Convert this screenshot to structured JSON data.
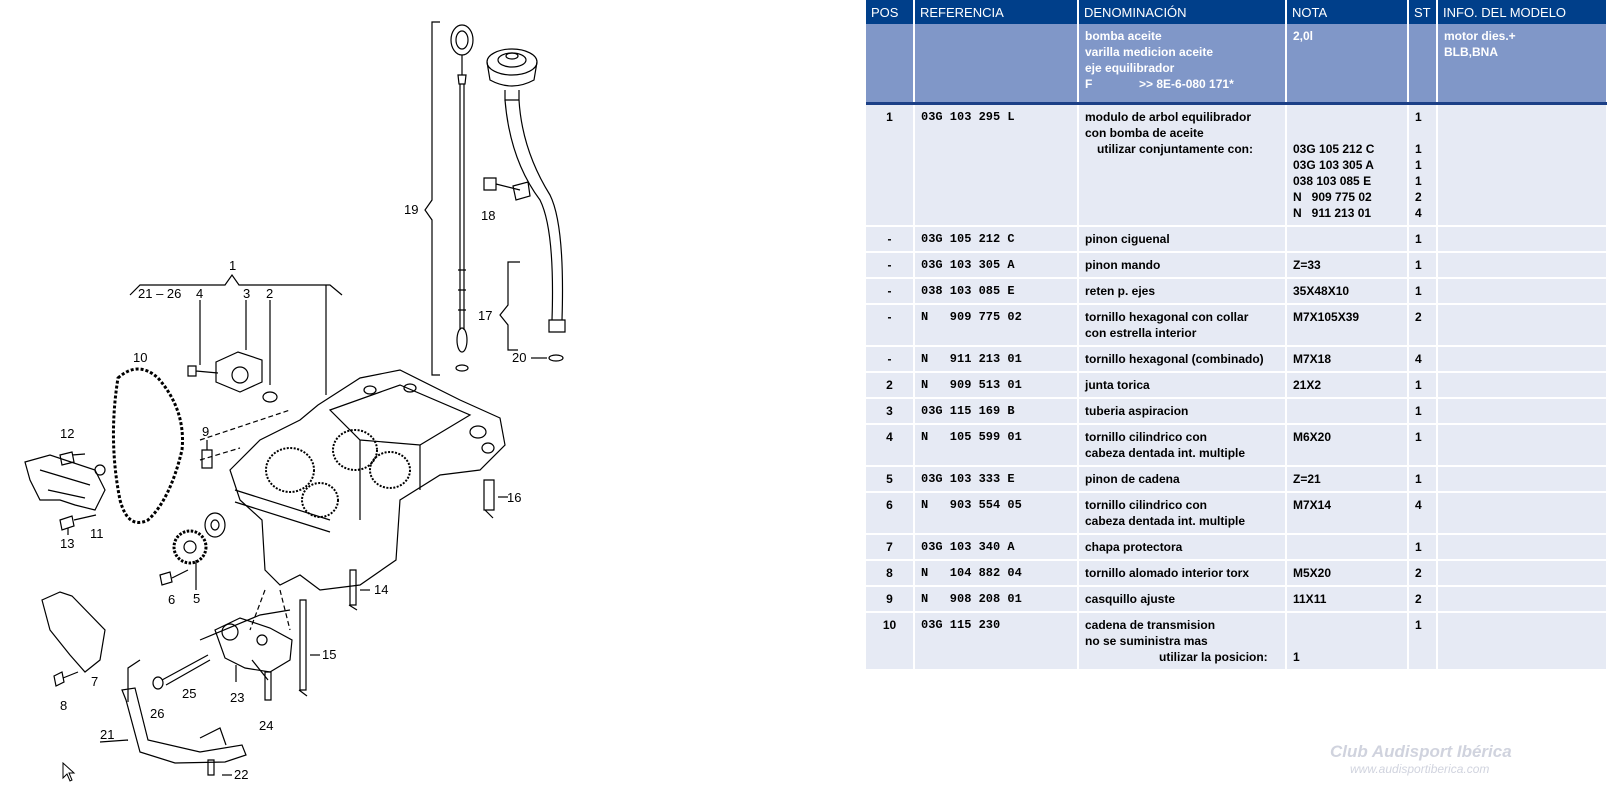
{
  "diagram": {
    "callouts": [
      "1",
      "21 – 26",
      "4",
      "3",
      "2",
      "10",
      "12",
      "9",
      "11",
      "13",
      "6",
      "5",
      "7",
      "8",
      "25",
      "26",
      "23",
      "24",
      "21",
      "22",
      "15",
      "14",
      "16",
      "17",
      "18",
      "19",
      "20"
    ]
  },
  "table": {
    "headers": {
      "pos": "POS",
      "referencia": "REFERENCIA",
      "denominacion": "DENOMINACIÓN",
      "nota": "NOTA",
      "st": "ST",
      "info": "INFO. DEL MODELO"
    },
    "header_info": {
      "denominacion": [
        "bomba aceite",
        "varilla medicion aceite",
        "eje equilibrador",
        "F              >> 8E-6-080 171*"
      ],
      "nota": "2,0l",
      "info": [
        "motor dies.+",
        "BLB,BNA"
      ]
    },
    "rows": [
      {
        "pos": "1",
        "ref": "03G 103 295 L",
        "den": [
          "modulo de arbol equilibrador",
          "con bomba de aceite"
        ],
        "den_sub": "utilizar conjuntamente con:",
        "nota": [
          "03G 105 212 C",
          "03G 103 305 A",
          "038 103 085 E",
          "N   909 775 02",
          "N   911 213 01"
        ],
        "st": "1",
        "st_sub": [
          "1",
          "1",
          "1",
          "2",
          "4"
        ]
      },
      {
        "pos": "-",
        "ref": "03G 105 212 C",
        "den": [
          "pinon ciguenal"
        ],
        "nota": [
          ""
        ],
        "st": "1"
      },
      {
        "pos": "-",
        "ref": "03G 103 305 A",
        "den": [
          "pinon mando"
        ],
        "nota": [
          "Z=33"
        ],
        "st": "1"
      },
      {
        "pos": "-",
        "ref": "038 103 085 E",
        "den": [
          "reten p. ejes"
        ],
        "nota": [
          "35X48X10"
        ],
        "st": "1"
      },
      {
        "pos": "-",
        "ref": "N   909 775 02",
        "den": [
          "tornillo hexagonal con collar",
          "con estrella interior"
        ],
        "nota": [
          "M7X105X39"
        ],
        "st": "2"
      },
      {
        "pos": "-",
        "ref": "N   911 213 01",
        "den": [
          "tornillo hexagonal (combinado)"
        ],
        "nota": [
          "M7X18"
        ],
        "st": "4"
      },
      {
        "pos": "2",
        "ref": "N   909 513 01",
        "den": [
          "junta torica"
        ],
        "nota": [
          "21X2"
        ],
        "st": "1"
      },
      {
        "pos": "3",
        "ref": "03G 115 169 B",
        "den": [
          "tuberia aspiracion"
        ],
        "nota": [
          ""
        ],
        "st": "1"
      },
      {
        "pos": "4",
        "ref": "N   105 599 01",
        "den": [
          "tornillo cilindrico con",
          "cabeza dentada int. multiple"
        ],
        "nota": [
          "M6X20"
        ],
        "st": "1"
      },
      {
        "pos": "5",
        "ref": "03G 103 333 E",
        "den": [
          "pinon de cadena"
        ],
        "nota": [
          "Z=21"
        ],
        "st": "1"
      },
      {
        "pos": "6",
        "ref": "N   903 554 05",
        "den": [
          "tornillo cilindrico con",
          "cabeza dentada int. multiple"
        ],
        "nota": [
          "M7X14"
        ],
        "st": "4"
      },
      {
        "pos": "7",
        "ref": "03G 103 340 A",
        "den": [
          "chapa protectora"
        ],
        "nota": [
          ""
        ],
        "st": "1"
      },
      {
        "pos": "8",
        "ref": "N   104 882 04",
        "den": [
          "tornillo alomado interior torx"
        ],
        "nota": [
          "M5X20"
        ],
        "st": "2"
      },
      {
        "pos": "9",
        "ref": "N   908 208 01",
        "den": [
          "casquillo ajuste"
        ],
        "nota": [
          "11X11"
        ],
        "st": "2"
      },
      {
        "pos": "10",
        "ref": "03G 115 230",
        "den": [
          "cadena de transmision",
          "no se suministra mas"
        ],
        "den_sub2": "utilizar la posicion:",
        "nota_sub2": "1",
        "st": "1"
      }
    ]
  },
  "watermark": {
    "line1": "Club Audisport Ibérica",
    "line2": "www.audisportiberica.com"
  },
  "colors": {
    "header_bg": "#003f8a",
    "header_info_bg": "#8097c8",
    "row_bg": "#e6eaf4"
  }
}
